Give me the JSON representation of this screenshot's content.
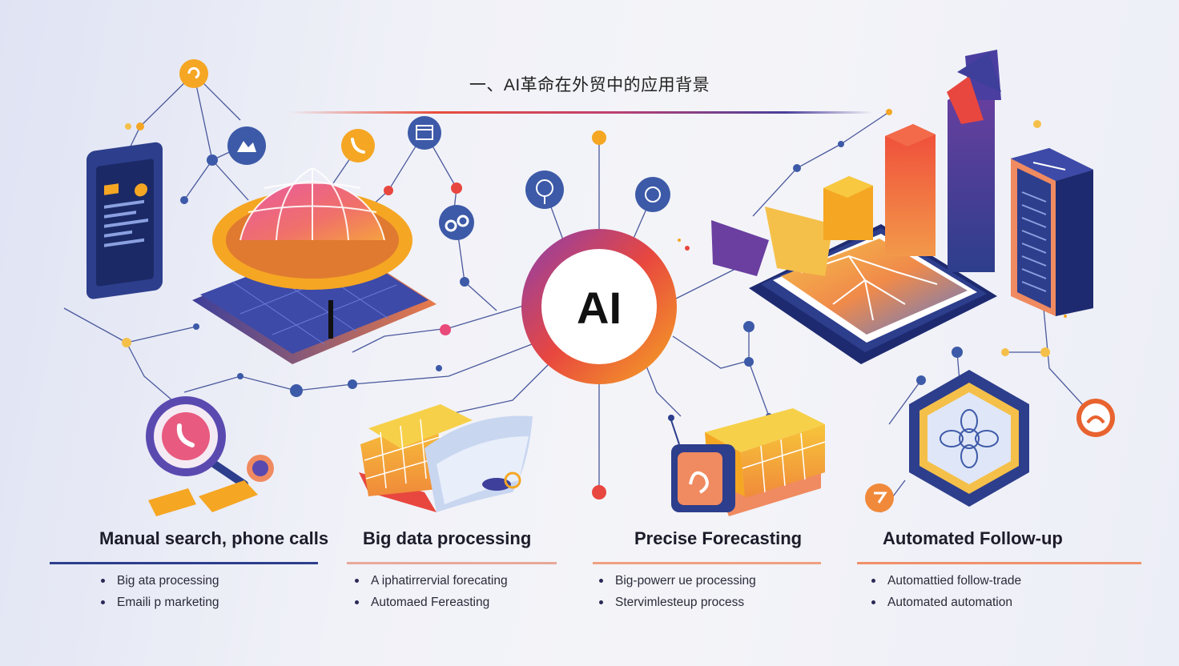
{
  "title": "一、AI革命在外贸中的应用背景",
  "hub": {
    "label": "AI"
  },
  "columns": [
    {
      "title": "Manual search, phone calls",
      "bullets": [
        "Big  ata processing",
        "Emaili p marketing"
      ]
    },
    {
      "title": "Big data processing",
      "bullets": [
        "A iphatirrervial forecating",
        "Automaed Fereasting"
      ]
    },
    {
      "title": "Precise Forecasting",
      "bullets": [
        "Big-powerr ue processing",
        "Stervimlesteup process"
      ]
    },
    {
      "title": "Automated Follow-up",
      "bullets": [
        "Automattied follow-trade",
        "Automated automation"
      ]
    }
  ],
  "colors": {
    "accent_orange": "#f5a623",
    "accent_red": "#e8473f",
    "accent_purple": "#6a3fa0",
    "navy": "#2d3e8c",
    "node_blue": "#3d5aa8"
  },
  "icons": [
    "globe-icon",
    "ai-hub-icon",
    "smartphone-icon",
    "server-rack-icon",
    "bar-chart-icon",
    "map-tablet-icon",
    "magnifier-icon",
    "data-blocks-icon",
    "hexagon-flower-icon",
    "brain-icon",
    "phone-icon",
    "calendar-icon",
    "chain-link-icon"
  ]
}
